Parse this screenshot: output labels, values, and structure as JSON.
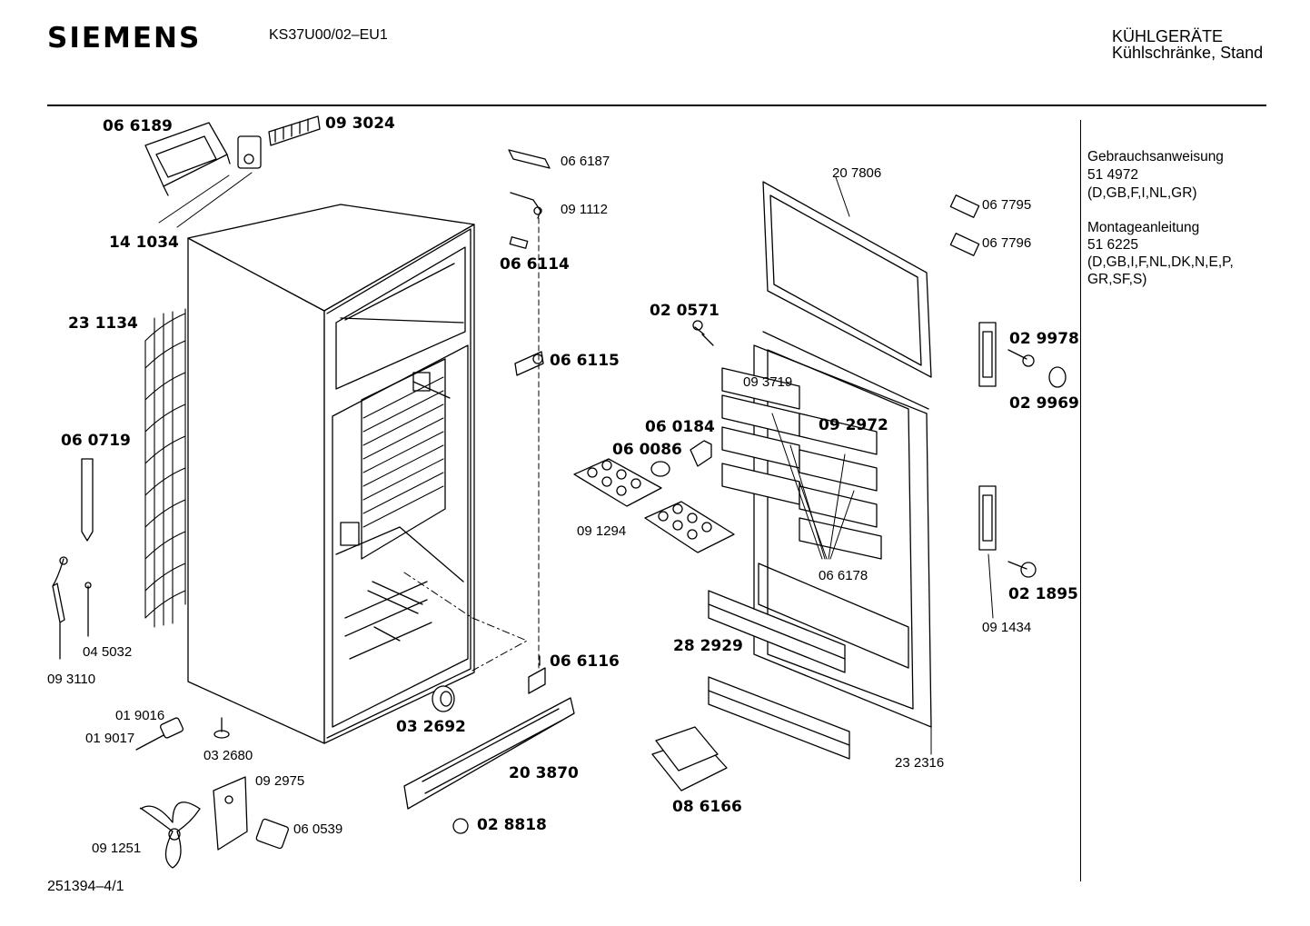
{
  "header": {
    "brand": "SIEMENS",
    "model": "KS37U00/02–EU1",
    "category": "KÜHLGERÄTE",
    "subcategory": "Kühlschränke, Stand"
  },
  "docs": {
    "manual_title": "Gebrauchsanweisung",
    "manual_number": "51 4972",
    "manual_langs": "(D,GB,F,I,NL,GR)",
    "install_title": "Montageanleitung",
    "install_number": "51 6225",
    "install_langs_1": "(D,GB,I,F,NL,DK,N,E,P,",
    "install_langs_2": "GR,SF,S)"
  },
  "footer": {
    "code": "251394–4/1"
  },
  "parts": {
    "p066189": "06 6189",
    "p093024": "09 3024",
    "p141034": "14 1034",
    "p066187": "06 6187",
    "p091112": "09 1112",
    "p066114": "06 6114",
    "p231134": "23 1134",
    "p066115": "06 6115",
    "p060719": "06 0719",
    "p093110": "09 3110",
    "p045032": "04 5032",
    "p019016": "01 9016",
    "p019017": "01 9017",
    "p032680": "03 2680",
    "p092975": "09 2975",
    "p060539": "06 0539",
    "p091251": "09 1251",
    "p066116": "06 6116",
    "p032692": "03 2692",
    "p203870": "20 3870",
    "p028818": "02 8818",
    "p091294": "09 1294",
    "p060184": "06 0184",
    "p060086": "06 0086",
    "p093719": "09 3719",
    "p092972": "09 2972",
    "p066178": "06 6178",
    "p282929": "28 2929",
    "p086166": "08 6166",
    "p232316": "23 2316",
    "p207806": "20 7806",
    "p067795": "06 7795",
    "p067796": "06 7796",
    "p020571": "02 0571",
    "p029978": "02 9978",
    "p029969": "02 9969",
    "p021895": "02 1895",
    "p091434": "09 1434"
  }
}
